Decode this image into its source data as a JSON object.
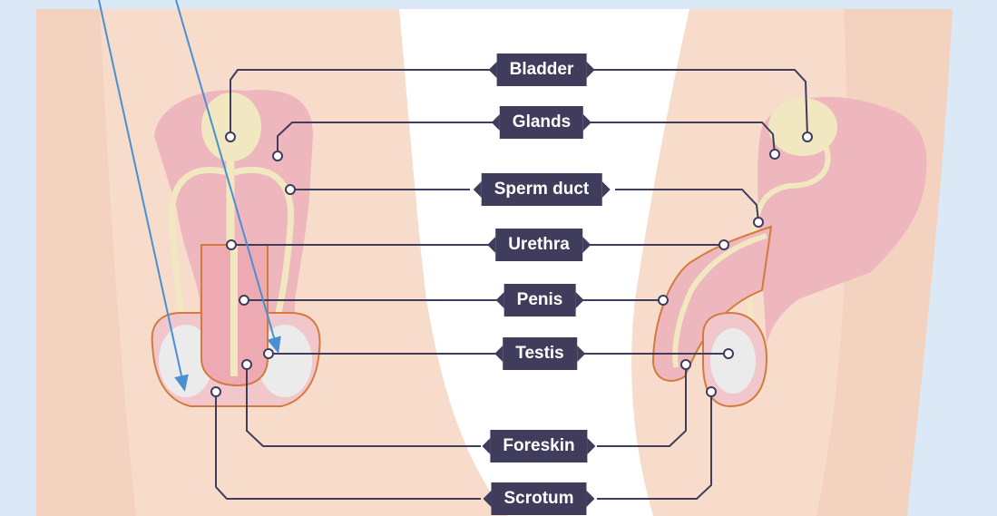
{
  "labels": {
    "bladder": "Bladder",
    "glands": "Glands",
    "sperm_duct": "Sperm duct",
    "urethra": "Urethra",
    "penis": "Penis",
    "testis": "Testis",
    "foreskin": "Foreskin",
    "scrotum": "Scrotum"
  },
  "colors": {
    "background": "#dbe9f7",
    "skin": "#f5d9c8",
    "tissue": "#eeb3bb",
    "duct": "#f1e7c1",
    "testis": "#ebebeb",
    "outline": "#d47a3c",
    "label_bg": "#3f3c5c",
    "leader_line": "#3f3c5c",
    "arrow": "#4a8fd4"
  }
}
